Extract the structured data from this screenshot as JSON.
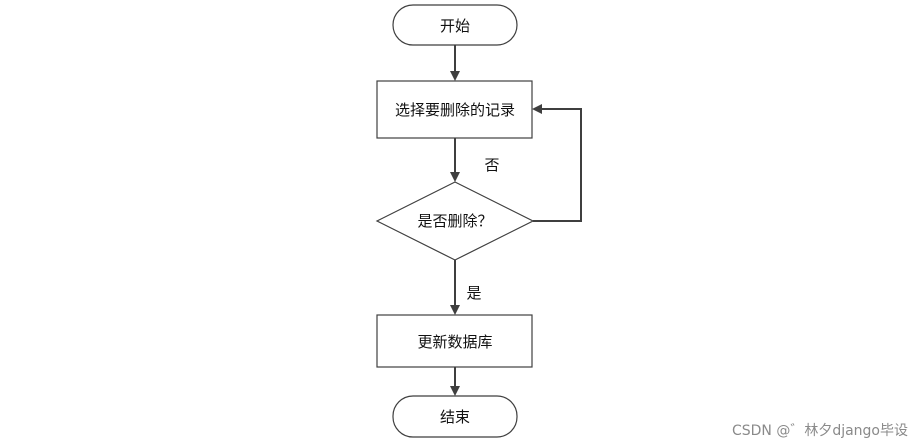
{
  "nodes": {
    "start": "开始",
    "select": "选择要删除的记录",
    "decision": "是否删除？",
    "update": "更新数据库",
    "end": "结束"
  },
  "edges": {
    "no_label": "否",
    "yes_label": "是"
  },
  "watermark": "CSDN @゛林夕django毕设"
}
